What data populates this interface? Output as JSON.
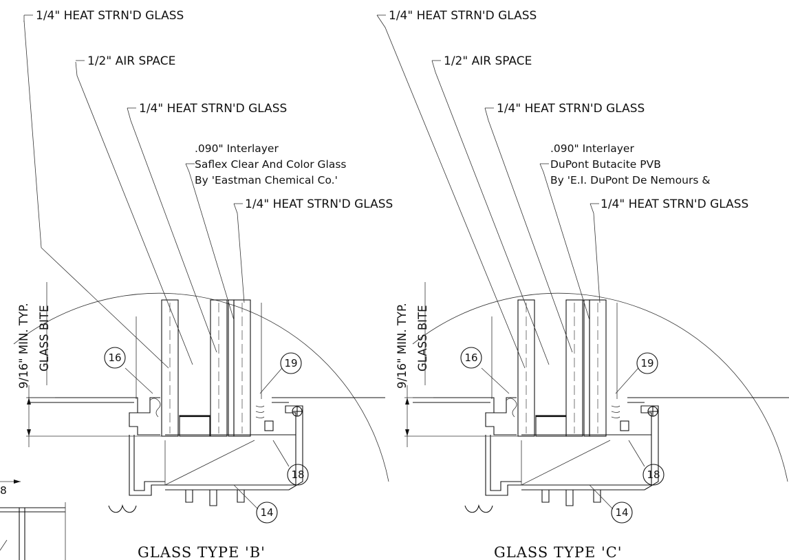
{
  "details": [
    {
      "id": "B",
      "title": "GLASS TYPE 'B'",
      "labels": {
        "outer_glass": "1/4\" HEAT STRN'D GLASS",
        "air_space": "1/2\" AIR SPACE",
        "inner_glass_1": "1/4\" HEAT STRN'D GLASS",
        "interlayer_line1": ".090\" Interlayer",
        "interlayer_line2": "Saflex Clear And Color Glass",
        "interlayer_line3": "By 'Eastman Chemical Co.'",
        "inner_glass_2": "1/4\" HEAT STRN'D GLASS"
      },
      "dimension": {
        "line1": "9/16\" MIN. TYP.",
        "line2": "GLASS BITE"
      },
      "callouts": [
        "16",
        "19",
        "18",
        "14"
      ]
    },
    {
      "id": "C",
      "title": "GLASS TYPE 'C'",
      "labels": {
        "outer_glass": "1/4\" HEAT STRN'D GLASS",
        "air_space": "1/2\" AIR SPACE",
        "inner_glass_1": "1/4\" HEAT STRN'D GLASS",
        "interlayer_line1": ".090\" Interlayer",
        "interlayer_line2": "DuPont Butacite PVB",
        "interlayer_line3": "By 'E.I. DuPont De Nemours &",
        "inner_glass_2": "1/4\" HEAT STRN'D GLASS"
      },
      "dimension": {
        "line1": "9/16\" MIN. TYP.",
        "line2": "GLASS BITE"
      },
      "callouts": [
        "16",
        "19",
        "18",
        "14"
      ]
    }
  ],
  "partial_left": {
    "dim_text": "8"
  }
}
